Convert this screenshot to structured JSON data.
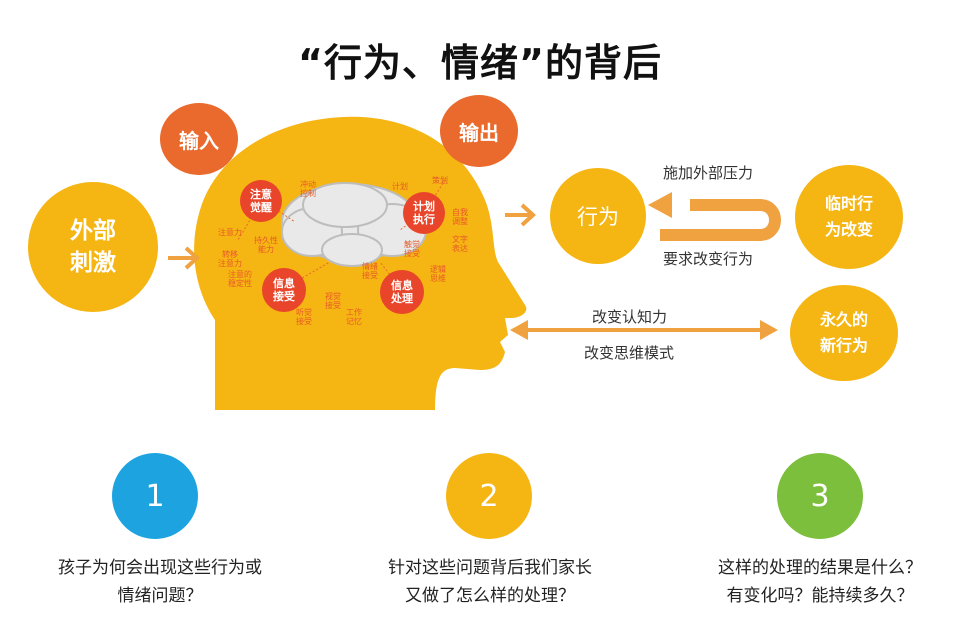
{
  "title": "“行为、情绪”的背后",
  "circles": {
    "stimulus": "外部\n刺激",
    "input": "输入",
    "output": "输出",
    "behavior": "行为",
    "temp_change": "临时行\n为改变",
    "permanent": "永久的\n新行为"
  },
  "brain_nodes": {
    "attention": "注意\n觉醒",
    "plan": "计划\n执行",
    "receive": "信息\n接受",
    "process": "信息\n处理"
  },
  "brain_tiny": [
    "计划",
    "策划",
    "自我\n调整",
    "文字\n表达",
    "逻辑\n思维",
    "视觉\n接受",
    "听觉\n接受",
    "触觉\n接受",
    "工作\n记忆",
    "注意力",
    "转移\n注意力",
    "持久性\n能力",
    "注意的\n稳定性",
    "冲动\n控制",
    "情绪\n接受"
  ],
  "arrow_labels": {
    "top": "施加外部压力",
    "bottom": "要求改变行为",
    "long_top": "改变认知力",
    "long_bottom": "改变思维模式"
  },
  "steps": [
    {
      "num": "1",
      "color": "#1da3e0",
      "text_line1": "孩子为何会出现这些行为或",
      "text_line2": "情绪问题？"
    },
    {
      "num": "2",
      "color": "#f5b512",
      "text_line1": "针对这些问题背后我们家长",
      "text_line2": "又做了怎么样的处理？"
    },
    {
      "num": "3",
      "color": "#7cbf3c",
      "text_line1": "这样的处理的结果是什么？",
      "text_line2": "有变化吗？能持续多久？"
    }
  ]
}
